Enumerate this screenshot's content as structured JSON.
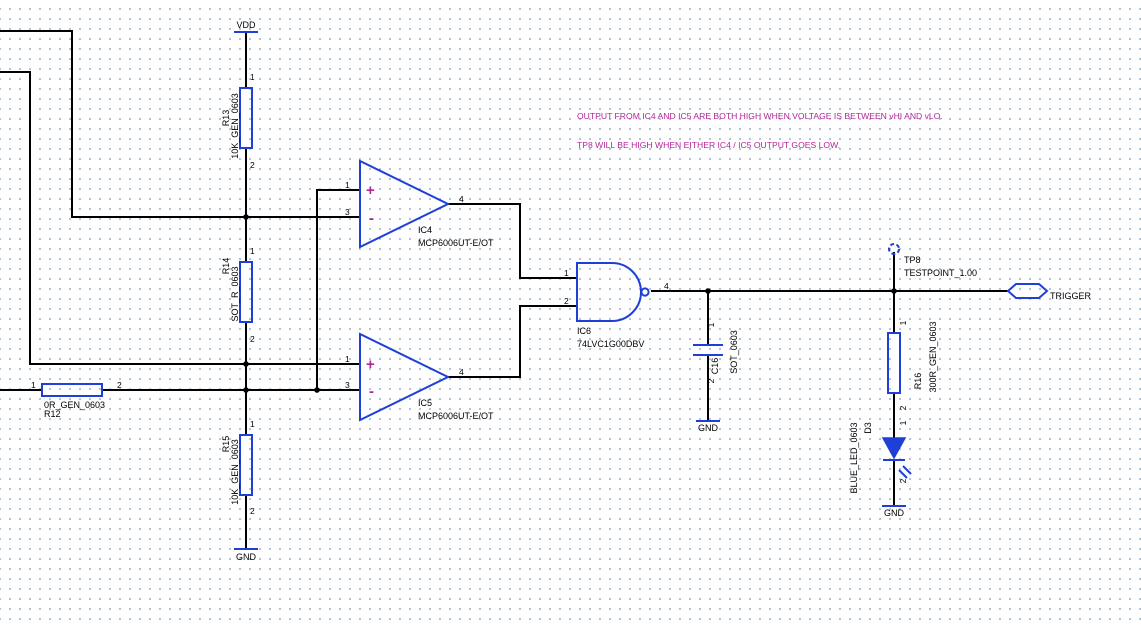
{
  "notes": {
    "line1": "OUTPUT FROM IC4 AND IC5 ARE BOTH HIGH WHEN VOLTAGE IS BETWEEN vHI AND vLO.",
    "line2": "TP8 WILL BE HIGH WHEN EITHER IC4 / IC5 OUTPUT GOES LOW."
  },
  "power": {
    "vdd": "VDD",
    "gnd_main": "GND",
    "gnd_cap": "GND",
    "gnd_led": "GND"
  },
  "components": {
    "r13": {
      "ref": "R13",
      "value": "10K_GEN_0603",
      "pin1": "1",
      "pin2": "2"
    },
    "r14": {
      "ref": "R14",
      "value": "SOT_R_0603",
      "pin1": "1",
      "pin2": "2"
    },
    "r15": {
      "ref": "R15",
      "value": "10K_GEN_0603",
      "pin1": "1",
      "pin2": "2"
    },
    "r12": {
      "ref": "R12",
      "value": "0R_GEN_0603",
      "pin1": "1",
      "pin2": "2"
    },
    "r16": {
      "ref": "R16",
      "value": "300R_GEN_0603",
      "pin1": "1",
      "pin2": "2"
    },
    "ic4": {
      "ref": "IC4",
      "value": "MCP6006UT-E/OT",
      "pin_plus": "1",
      "pin_minus": "3",
      "pin_out": "4",
      "plus": "+",
      "minus": "-"
    },
    "ic5": {
      "ref": "IC5",
      "value": "MCP6006UT-E/OT",
      "pin_plus": "1",
      "pin_minus": "3",
      "pin_out": "4",
      "plus": "+",
      "minus": "-"
    },
    "ic6": {
      "ref": "IC6",
      "value": "74LVC1G00DBV",
      "pin_a": "1",
      "pin_b": "2",
      "pin_out": "4"
    },
    "c16": {
      "ref": "C16",
      "value": "SOT_0603",
      "pin1": "1",
      "pin2": "2"
    },
    "d3": {
      "ref": "D3",
      "value": "BLUE_LED_0603",
      "pin1": "1",
      "pin2": "2"
    },
    "tp8": {
      "ref": "TP8",
      "value": "TESTPOINT_1.00"
    }
  },
  "ports": {
    "trigger": "TRIGGER"
  },
  "colors": {
    "component": "#1f3fd9",
    "wire": "#000000",
    "note": "#b4239a",
    "grid": "#9fb4cf"
  }
}
